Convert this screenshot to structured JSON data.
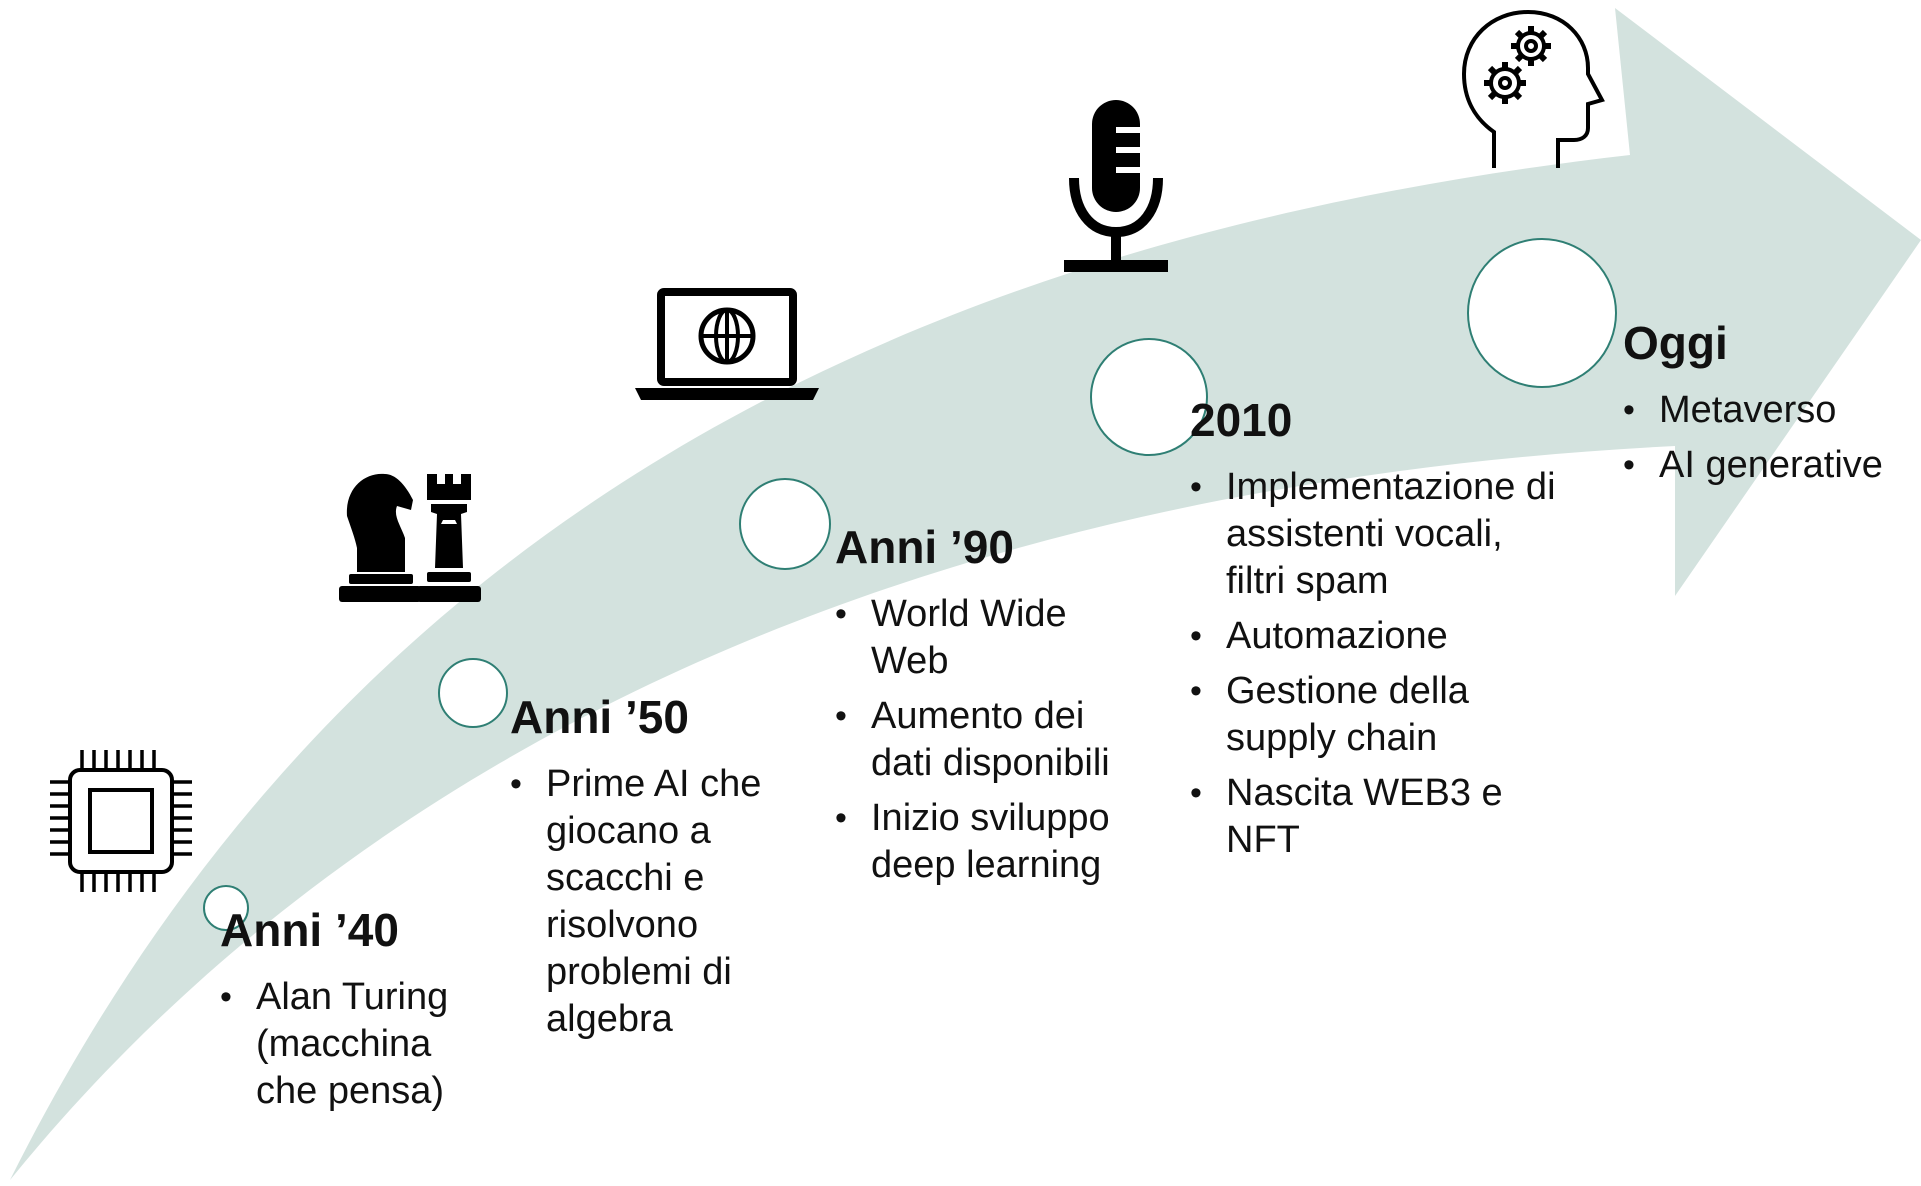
{
  "colors": {
    "arrow_fill": "#d3e2de",
    "circle_stroke": "#2f7f74",
    "icon_color": "#000000"
  },
  "eras": [
    {
      "title": "Anni ’40",
      "icon": "cpu-chip-icon",
      "items": [
        "Alan Turing (macchina che pensa)"
      ]
    },
    {
      "title": "Anni ’50",
      "icon": "chess-pieces-icon",
      "items": [
        "Prime AI che giocano a scacchi e risolvono problemi di algebra"
      ]
    },
    {
      "title": "Anni ’90",
      "icon": "laptop-globe-icon",
      "items": [
        "World Wide Web",
        "Aumento dei dati disponibili",
        "Inizio sviluppo deep learning"
      ]
    },
    {
      "title": "2010",
      "icon": "microphone-icon",
      "items": [
        "Implementazione di assistenti vocali, filtri spam",
        "Automazione",
        "Gestione della supply chain",
        "Nascita WEB3 e NFT"
      ]
    },
    {
      "title": "Oggi",
      "icon": "head-gears-icon",
      "items": [
        "Metaverso",
        "AI generative"
      ]
    }
  ]
}
